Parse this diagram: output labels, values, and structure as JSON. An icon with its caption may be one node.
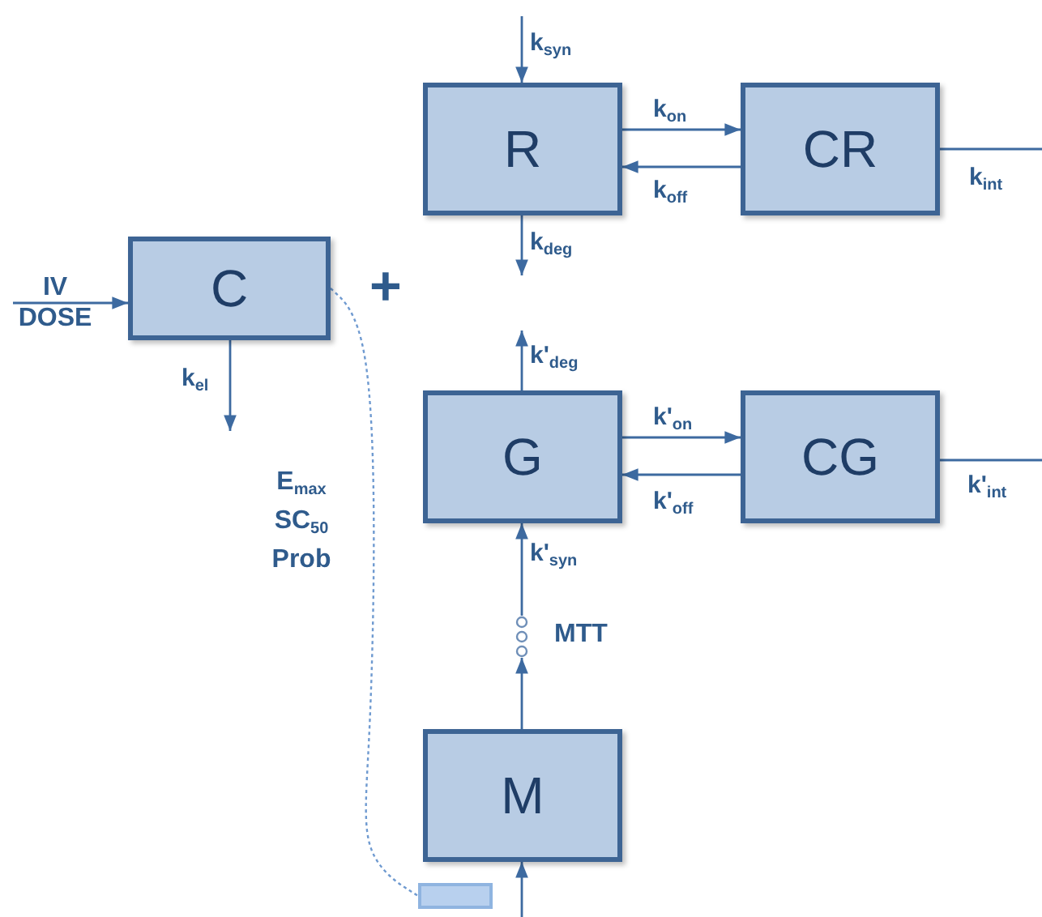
{
  "diagram": {
    "nodes": [
      {
        "text": [
          "R"
        ]
      },
      {
        "text": [
          "CR"
        ]
      },
      {
        "text": [
          "C"
        ]
      },
      {
        "text": [
          "G"
        ]
      },
      {
        "text": [
          "CG"
        ]
      },
      {
        "text": [],
        "shape": "circle",
        "beside": [
          "MTT"
        ]
      },
      {
        "text": [
          "M"
        ]
      },
      {
        "text": [],
        "shape": "box"
      }
    ],
    "edges": [
      {
        "from": null,
        "to": 2,
        "arrow": "to",
        "label": "IV DOSE"
      },
      {
        "from": 2,
        "to": null,
        "arrow": "to",
        "label": "k$_{el}$"
      },
      {
        "from": null,
        "to": 0,
        "arrow": "to",
        "label": "k$_{syn}$"
      },
      {
        "from": 0,
        "to": null,
        "arrow": "to",
        "label": "k$_{deg}$"
      },
      {
        "from": 0,
        "to": 1,
        "arrow": "to",
        "label": "k$_{on}$"
      },
      {
        "from": 1,
        "to": 0,
        "arrow": "to",
        "label": "k$_{off}$"
      },
      {
        "from": 1,
        "to": null,
        "arrow": "none",
        "label": "k$_{int}$"
      },
      {
        "from": 3,
        "to": null,
        "arrow": "to",
        "label": "k'$_{deg}$"
      },
      {
        "from": 3,
        "to": 4,
        "arrow": "to",
        "label": "k'$_{on}$"
      },
      {
        "from": 4,
        "to": 3,
        "arrow": "to",
        "label": "k'$_{off}$"
      },
      {
        "from": 4,
        "to": null,
        "arrow": "none",
        "label": "k'$_{int}$"
      },
      {
        "from": 5,
        "to": 3,
        "arrow": "to",
        "label": "k'$_{syn}$"
      },
      {
        "from": 6,
        "to": 5,
        "arrow": "to"
      },
      {
        "from": null,
        "to": 6,
        "arrow": "to"
      },
      {
        "from": 2,
        "to": 7,
        "arrow": "none",
        "style": "dashed",
        "label": "E$_{max}$ SC$_{50}$ Prob"
      }
    ],
    "labels": [
      "+"
    ]
  }
}
